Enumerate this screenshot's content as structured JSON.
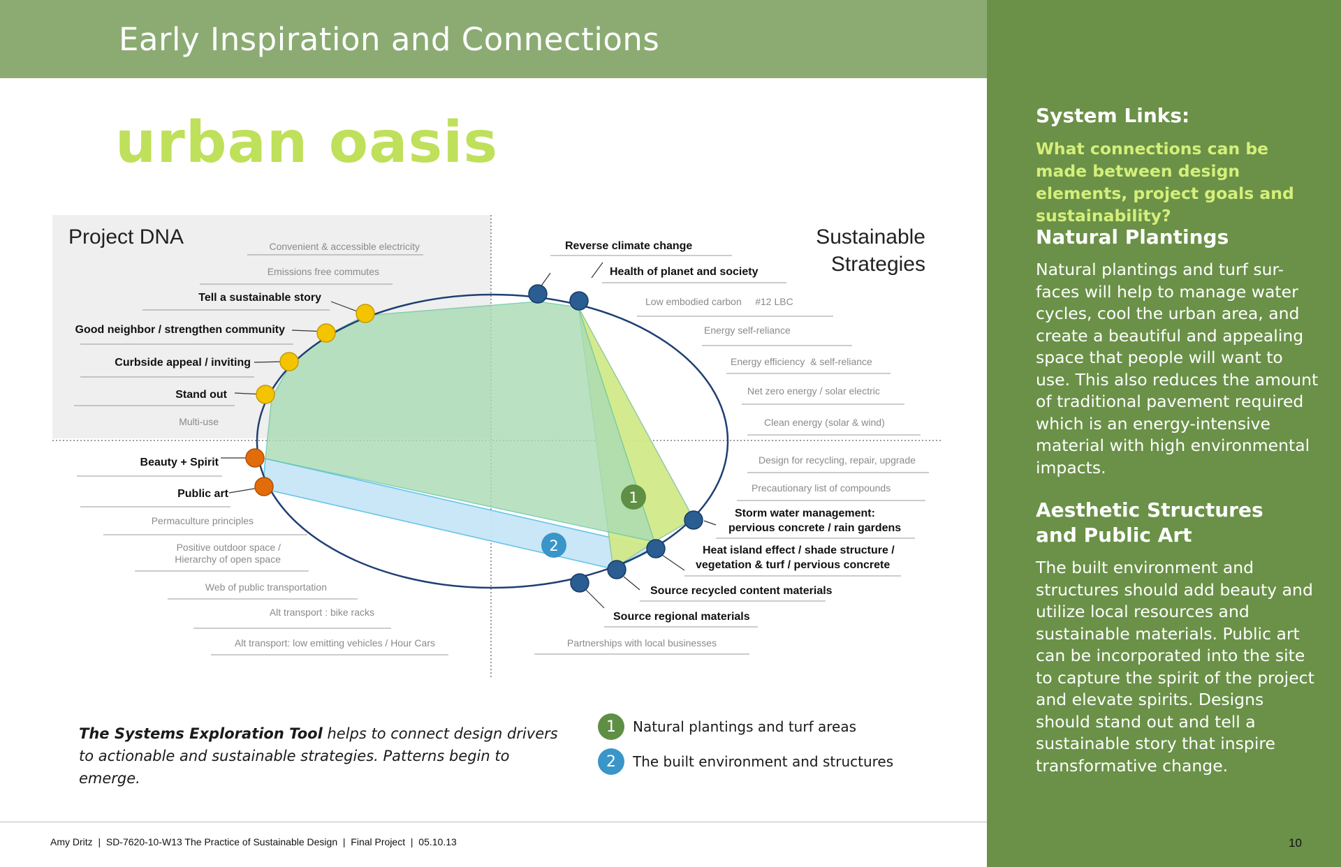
{
  "header": {
    "title": "Early Inspiration and Connections"
  },
  "main_title": "urban oasis",
  "diagram": {
    "quadrant_left_title": "Project DNA",
    "quadrant_right_title_line1": "Sustainable",
    "quadrant_right_title_line2": "Strategies",
    "left_labels": [
      "Convenient & accessible electricity",
      "Emissions free commutes",
      "Tell a sustainable story",
      "Good neighbor / strengthen community",
      "Curbside appeal / inviting",
      "Stand out",
      "Multi-use",
      "Beauty + Spirit",
      "Public art",
      "Permaculture principles",
      "Positive outdoor space /",
      "Hierarchy of open space",
      "Web of public transportation",
      "Alt transport : bike racks",
      "Alt transport: low emitting vehicles / Hour Cars"
    ],
    "right_labels": [
      "Reverse climate change",
      "Health of planet and society",
      "Low embodied carbon     #12 LBC",
      "Energy self-reliance",
      "Energy efficiency  & self-reliance",
      "Net zero energy / solar electric",
      "Clean energy (solar & wind)",
      "Design for recycling, repair, upgrade",
      "Precautionary list of compounds",
      "Storm water management:",
      "pervious concrete / rain gardens",
      "Heat island effect / shade structure /",
      "vegetation & turf / pervious concrete",
      "Source recycled content materials",
      "Source regional materials",
      "Partnerships with local businesses"
    ],
    "badge_1": "1",
    "badge_2": "2",
    "colors": {
      "node_yellow": "#f5c400",
      "node_orange": "#e36c0a",
      "node_blue": "#2a5d91",
      "zone_green": "#a9dcb4",
      "zone_lime": "#d2e98a",
      "zone_blue": "#c7e6f7",
      "ellipse": "#1f3f73"
    }
  },
  "tool_description": {
    "bold": "The Systems Exploration Tool",
    "rest": " helps to connect design drivers to actionable and sustainable strategies. Patterns begin to emerge."
  },
  "legend": [
    {
      "num": "1",
      "label": "Natural plantings and turf areas",
      "color": "#5f8f45"
    },
    {
      "num": "2",
      "label": "The built environment and structures",
      "color": "#3a95c8"
    }
  ],
  "sidebar": {
    "system_links_heading": "System Links:",
    "system_links_question": "What connections can be made between design elements, project goals and sustainability?",
    "natural_heading": "Natural Plantings",
    "natural_body": "Natural plantings and turf sur-faces will help to manage water cycles, cool the urban area, and create a beautiful and appealing space that people will want to use. This also reduces the amount of traditional pavement required which is an energy-intensive material with high environmental impacts.",
    "aesthetic_heading_line1": "Aesthetic Structures",
    "aesthetic_heading_line2": "and Public Art",
    "aesthetic_body": "The built environment and structures should add beauty and utilize local resources and sustainable materials. Public art can be incorporated into the site to capture the spirit of the project and elevate spirits. Designs should stand out and tell a sustainable story that inspire transformative change."
  },
  "footer": {
    "text": "Amy Dritz  |  SD-7620-10-W13 The Practice of Sustainable Design  |  Final Project  |  05.10.13",
    "page_number": "10"
  }
}
